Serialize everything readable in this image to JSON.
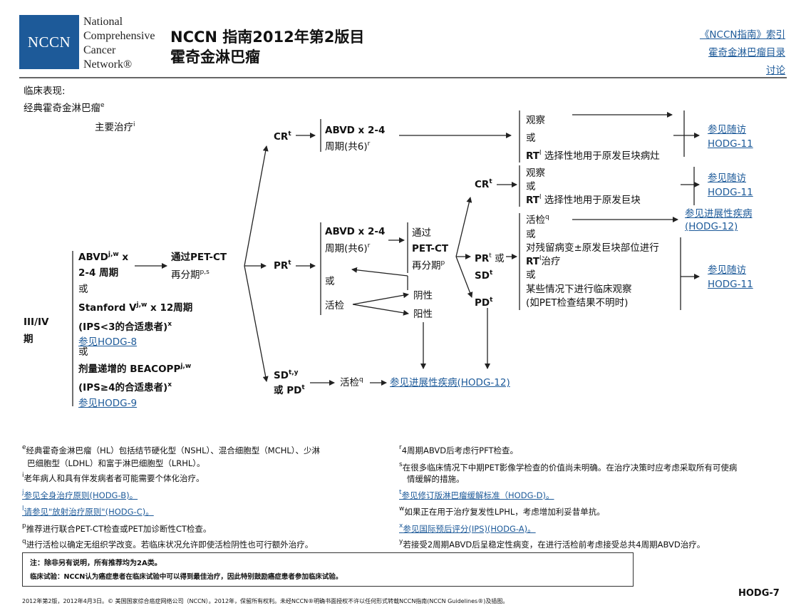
{
  "header": {
    "logo_abbr": "NCCN",
    "logo_lines": [
      "National",
      "Comprehensive",
      "Cancer",
      "Network®"
    ],
    "title_line1": "NCCN 指南2012年第2版目",
    "title_line2": "霍奇金淋巴瘤",
    "links": [
      "《NCCN指南》索引",
      "霍奇金淋巴瘤目录",
      "讨论"
    ]
  },
  "intro": {
    "clinical": "临床表现:",
    "classic": "经典霍奇金淋巴瘤",
    "classic_sup": "e",
    "primary": "主要治疗",
    "primary_sup": "i"
  },
  "stage": {
    "label": "III/IV",
    "label2": "期"
  },
  "left_block": {
    "abvd": "ABVD",
    "abvd_sup": "j,w",
    "abvd_x": " x",
    "cycles": "2-4 周期",
    "or1": "或",
    "stanford": "Stanford V",
    "stanford_sup": "j,w",
    "stanford_rest": " x 12周期",
    "ips_lt3": "(IPS<3的合适患者)",
    "ips_lt3_sup": "x",
    "hodg8": "参见HODG-8",
    "or2": "或",
    "beacopp": "剂量递增的 BEACOPP",
    "beacopp_sup": "j,w",
    "ips_ge4": "(IPS≥4的合适患者)",
    "ips_ge4_sup": "x",
    "hodg9": "参见HODG-9"
  },
  "restage": {
    "line1": "通过PET-CT",
    "line2": "再分期",
    "sup": "p,s"
  },
  "branches": {
    "cr": "CR",
    "cr_sup": "t",
    "pr": "PR",
    "pr_sup": "t",
    "sd": "SD",
    "sd_sup": "t,y",
    "sd_or_pd": "或 PD",
    "pd_sup": "t"
  },
  "cr_path": {
    "abvd": "ABVD x 2-4",
    "cycles": "周期(共6)",
    "cycles_sup": "r",
    "observe": "观察",
    "or": "或",
    "rt": "RT",
    "rt_sup": "l",
    "rt_text": " 选择性地用于原发巨块病灶",
    "followup": "参见随访",
    "hodg11": "HODG-11"
  },
  "pr_path": {
    "abvd": "ABVD x 2-4",
    "cycles": "周期(共6)",
    "cycles_sup": "r",
    "or": "或",
    "biopsy": "活检",
    "negative": "阴性",
    "positive": "阳性",
    "via": "通过",
    "petct": "PET-CT",
    "restage": "再分期",
    "restage_sup": "p"
  },
  "pr_outcomes": {
    "cr": "CR",
    "cr_sup": "t",
    "pr": "PR",
    "pr_sup": "t",
    "pr_or": " 或",
    "sd": "SD",
    "sd_sup": "t",
    "pd": "PD",
    "pd_sup": "t"
  },
  "cr2_block": {
    "observe": "观察",
    "or": "或",
    "rt": "RT",
    "rt_sup": "l",
    "rt_text": " 选择性地用于原发巨块",
    "followup": "参见随访",
    "hodg11": "HODG-11"
  },
  "pr2_block": {
    "biopsy": "活检",
    "biopsy_sup": "q",
    "or1": "或",
    "line3": "对残留病变±原发巨块部位进行",
    "rt": "RT",
    "rt_sup": "l",
    "rt_text": "治疗",
    "or2": "或",
    "line6": "某些情况下进行临床观察",
    "line7": "(如PET检查结果不明时)",
    "progress_link": "参见进展性疾病",
    "progress_code": "(HODG-12)",
    "followup": "参见随访",
    "hodg11": "HODG-11"
  },
  "sd_path": {
    "biopsy": "活检",
    "biopsy_sup": "q",
    "link": "参见进展性疾病(HODG-12)"
  },
  "footnotes_left": [
    {
      "sup": "e",
      "text": "经典霍奇金淋巴瘤（HL）包括结节硬化型（NSHL）、混合细胞型（MCHL）、少淋",
      "text2": "巴细胞型（LDHL）和富于淋巴细胞型（LRHL）。"
    },
    {
      "sup": "i",
      "text": "老年病人和具有伴发病者者可能需要个体化治疗。"
    },
    {
      "sup": "j",
      "text": "参见全身治疗原则(HODG-B)。"
    },
    {
      "sup": "l",
      "text": "请参见\"放射治疗原则\"(HODG-C)。"
    },
    {
      "sup": "p",
      "text": "推荐进行联合PET-CT检查或PET加诊断性CT检查。"
    },
    {
      "sup": "q",
      "text": "进行活检以确定无组织学改变。若临床状况允许即使活检阴性也可行额外治疗。"
    }
  ],
  "footnotes_right": [
    {
      "sup": "r",
      "text": "4周期ABVD后考虑行PFT检查。"
    },
    {
      "sup": "s",
      "text": "在很多临床情况下中期PET影像学检查的价值尚未明确。在治疗决策时应考虑采取所有可使病",
      "text2": "情缓解的措施。"
    },
    {
      "sup": "t",
      "text": "参见修订版淋巴瘤缓解标准（HODG-D)。"
    },
    {
      "sup": "w",
      "text": "如果正在用于治疗复发性LPHL，考虑增加利妥昔单抗。"
    },
    {
      "sup": "x",
      "text": "参见国际预后评分(IPS)(HODG-A)。"
    },
    {
      "sup": "y",
      "text": "若接受2周期ABVD后呈稳定性病变，在进行活检前考虑接受总共4周期ABVD治疗。"
    }
  ],
  "notebox": {
    "line1": "注：除非另有说明，所有推荐均为2A类。",
    "line2": "临床试验：NCCN认为癌症患者在临床试验中可以得到最佳治疗，因此特别鼓励癌症患者参加临床试验。"
  },
  "footer": {
    "copyright": "2012年第2版，2012年4月3日。© 美国国家综合癌症网络公司（NCCN）。2012年，保留所有权利。未经NCCN®明确书面授权不许以任何形式转载NCCN指南(NCCN Guidelines®)及插图。",
    "page": "HODG-7"
  },
  "colors": {
    "brand": "#1d5a99",
    "text": "#111111",
    "line": "#222222"
  }
}
